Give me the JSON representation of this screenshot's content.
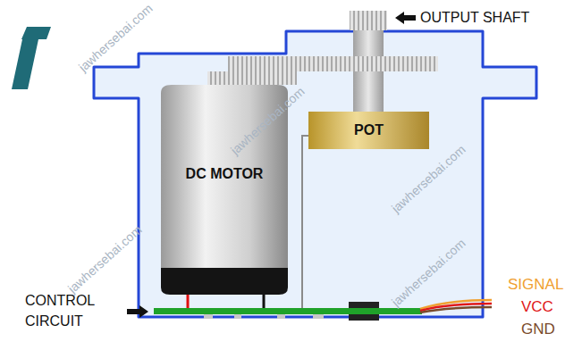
{
  "diagram": {
    "nodes": [
      {
        "text": [
          "DC MOTOR"
        ]
      },
      {
        "text": [
          "POT"
        ]
      }
    ],
    "labels": [
      "OUTPUT SHAFT",
      "CONTROL CIRCUIT",
      "SIGNAL",
      "VCC",
      "GND",
      "jawhersebai.com",
      "jawhersebai.com",
      "jawhersebai.com",
      "jawhersebai.com",
      "jawhersebai.com"
    ]
  }
}
